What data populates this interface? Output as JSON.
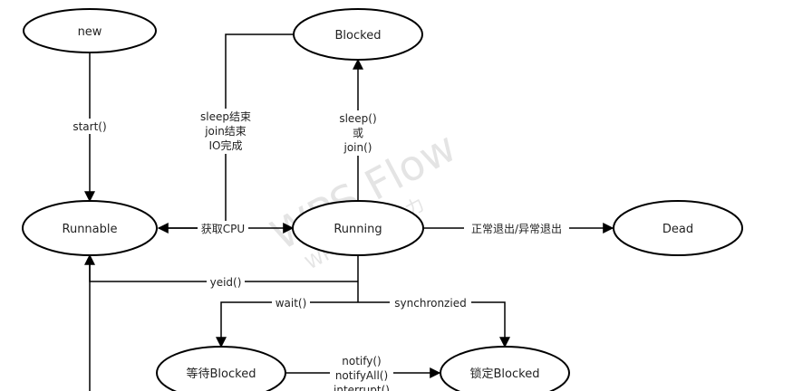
{
  "nodes": {
    "new": "new",
    "blocked": "Blocked",
    "runnable": "Runnable",
    "running": "Running",
    "dead": "Dead",
    "wait_blocked": "等待Blocked",
    "lock_blocked": "锁定Blocked"
  },
  "edges": {
    "start": [
      "start()"
    ],
    "blocked_to_runnable": [
      "sleep结束",
      "join结束",
      "IO完成"
    ],
    "running_to_blocked": [
      "sleep()",
      "或",
      "join()"
    ],
    "get_cpu": [
      "获取CPU"
    ],
    "to_dead": [
      "正常退出/异常退出"
    ],
    "yield": [
      "yeid()"
    ],
    "wait": [
      "wait()"
    ],
    "synchronized": [
      "synchronzied"
    ],
    "notify": [
      "notify()",
      "notifyAll()",
      "interrupt()"
    ]
  },
  "watermark": {
    "line1": "WPS Flow",
    "line2": "WPS流程图能力"
  }
}
